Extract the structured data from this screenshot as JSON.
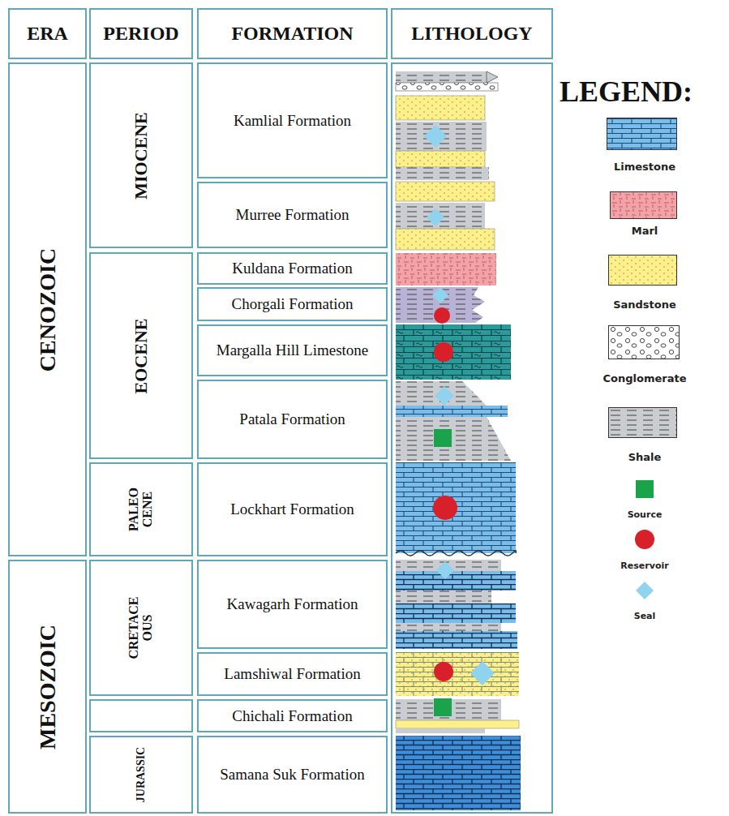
{
  "diagram": {
    "nodes": [
      {
        "text": [
          "ERA"
        ]
      },
      {
        "text": [
          "PERIOD"
        ]
      },
      {
        "text": [
          "FORMATION"
        ]
      },
      {
        "text": [
          "LITHOLOGY"
        ]
      },
      {
        "text": [
          "CENOZOIC"
        ]
      },
      {
        "text": [
          "MIOCENE"
        ]
      },
      {
        "text": [
          "Kamlial Formation"
        ]
      },
      {
        "text": [
          "Murree Formation"
        ]
      },
      {
        "text": [
          "EOCENE"
        ]
      },
      {
        "text": [
          "Kuldana Formation"
        ]
      },
      {
        "text": [
          "Chorgali Formation"
        ]
      },
      {
        "text": [
          "Margalla Hill Limestone"
        ]
      },
      {
        "text": [
          "Patala Formation"
        ]
      },
      {
        "text": [
          "PALEO CENE"
        ]
      },
      {
        "text": [
          "Lockhart Formation"
        ]
      },
      {
        "text": [
          "MESOZOIC"
        ]
      },
      {
        "text": [
          "CRETACE OUS"
        ]
      },
      {
        "text": [
          "Kawagarh Formation"
        ]
      },
      {
        "text": [
          "Lamshiwal Formation"
        ]
      },
      {
        "text": [
          "Chichali Formation"
        ]
      },
      {
        "text": [
          "JURASSIC"
        ]
      },
      {
        "text": [
          "Samana Suk Formation"
        ]
      }
    ],
    "labels": [
      "LEGEND:"
    ],
    "legend": [
      {
        "text": "Limestone",
        "color": "#79bde8"
      },
      {
        "text": "Marl",
        "color": "#f2a3a8"
      },
      {
        "text": "Sandstone",
        "color": "#fdf08a"
      },
      {
        "text": "Conglomerate",
        "color": "#ffffff"
      },
      {
        "text": "Shale",
        "color": "#c9ccd0"
      },
      {
        "text": "Source",
        "color": "#1aa34a"
      },
      {
        "text": "Reservoir"
      },
      {
        "text": "Seal"
      }
    ]
  }
}
